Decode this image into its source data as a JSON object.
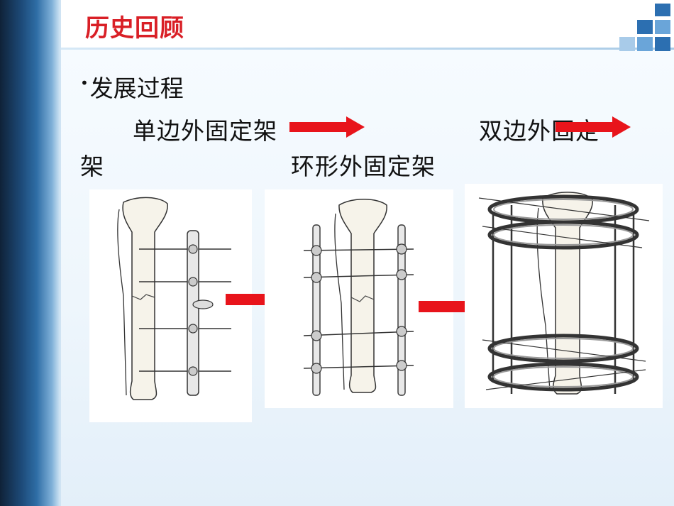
{
  "slide": {
    "title": "历史回顾",
    "bullet": "发展过程",
    "stage1": "单边外固定架",
    "stage2": "双边外固定",
    "stage2_tail": "架",
    "stage3": "环形外固定架"
  },
  "colors": {
    "title": "#d91f26",
    "arrow": "#e8141b",
    "accent_blue": "#2c6fb1"
  },
  "icons": [
    "bullet-dot",
    "right-arrow-icon"
  ]
}
